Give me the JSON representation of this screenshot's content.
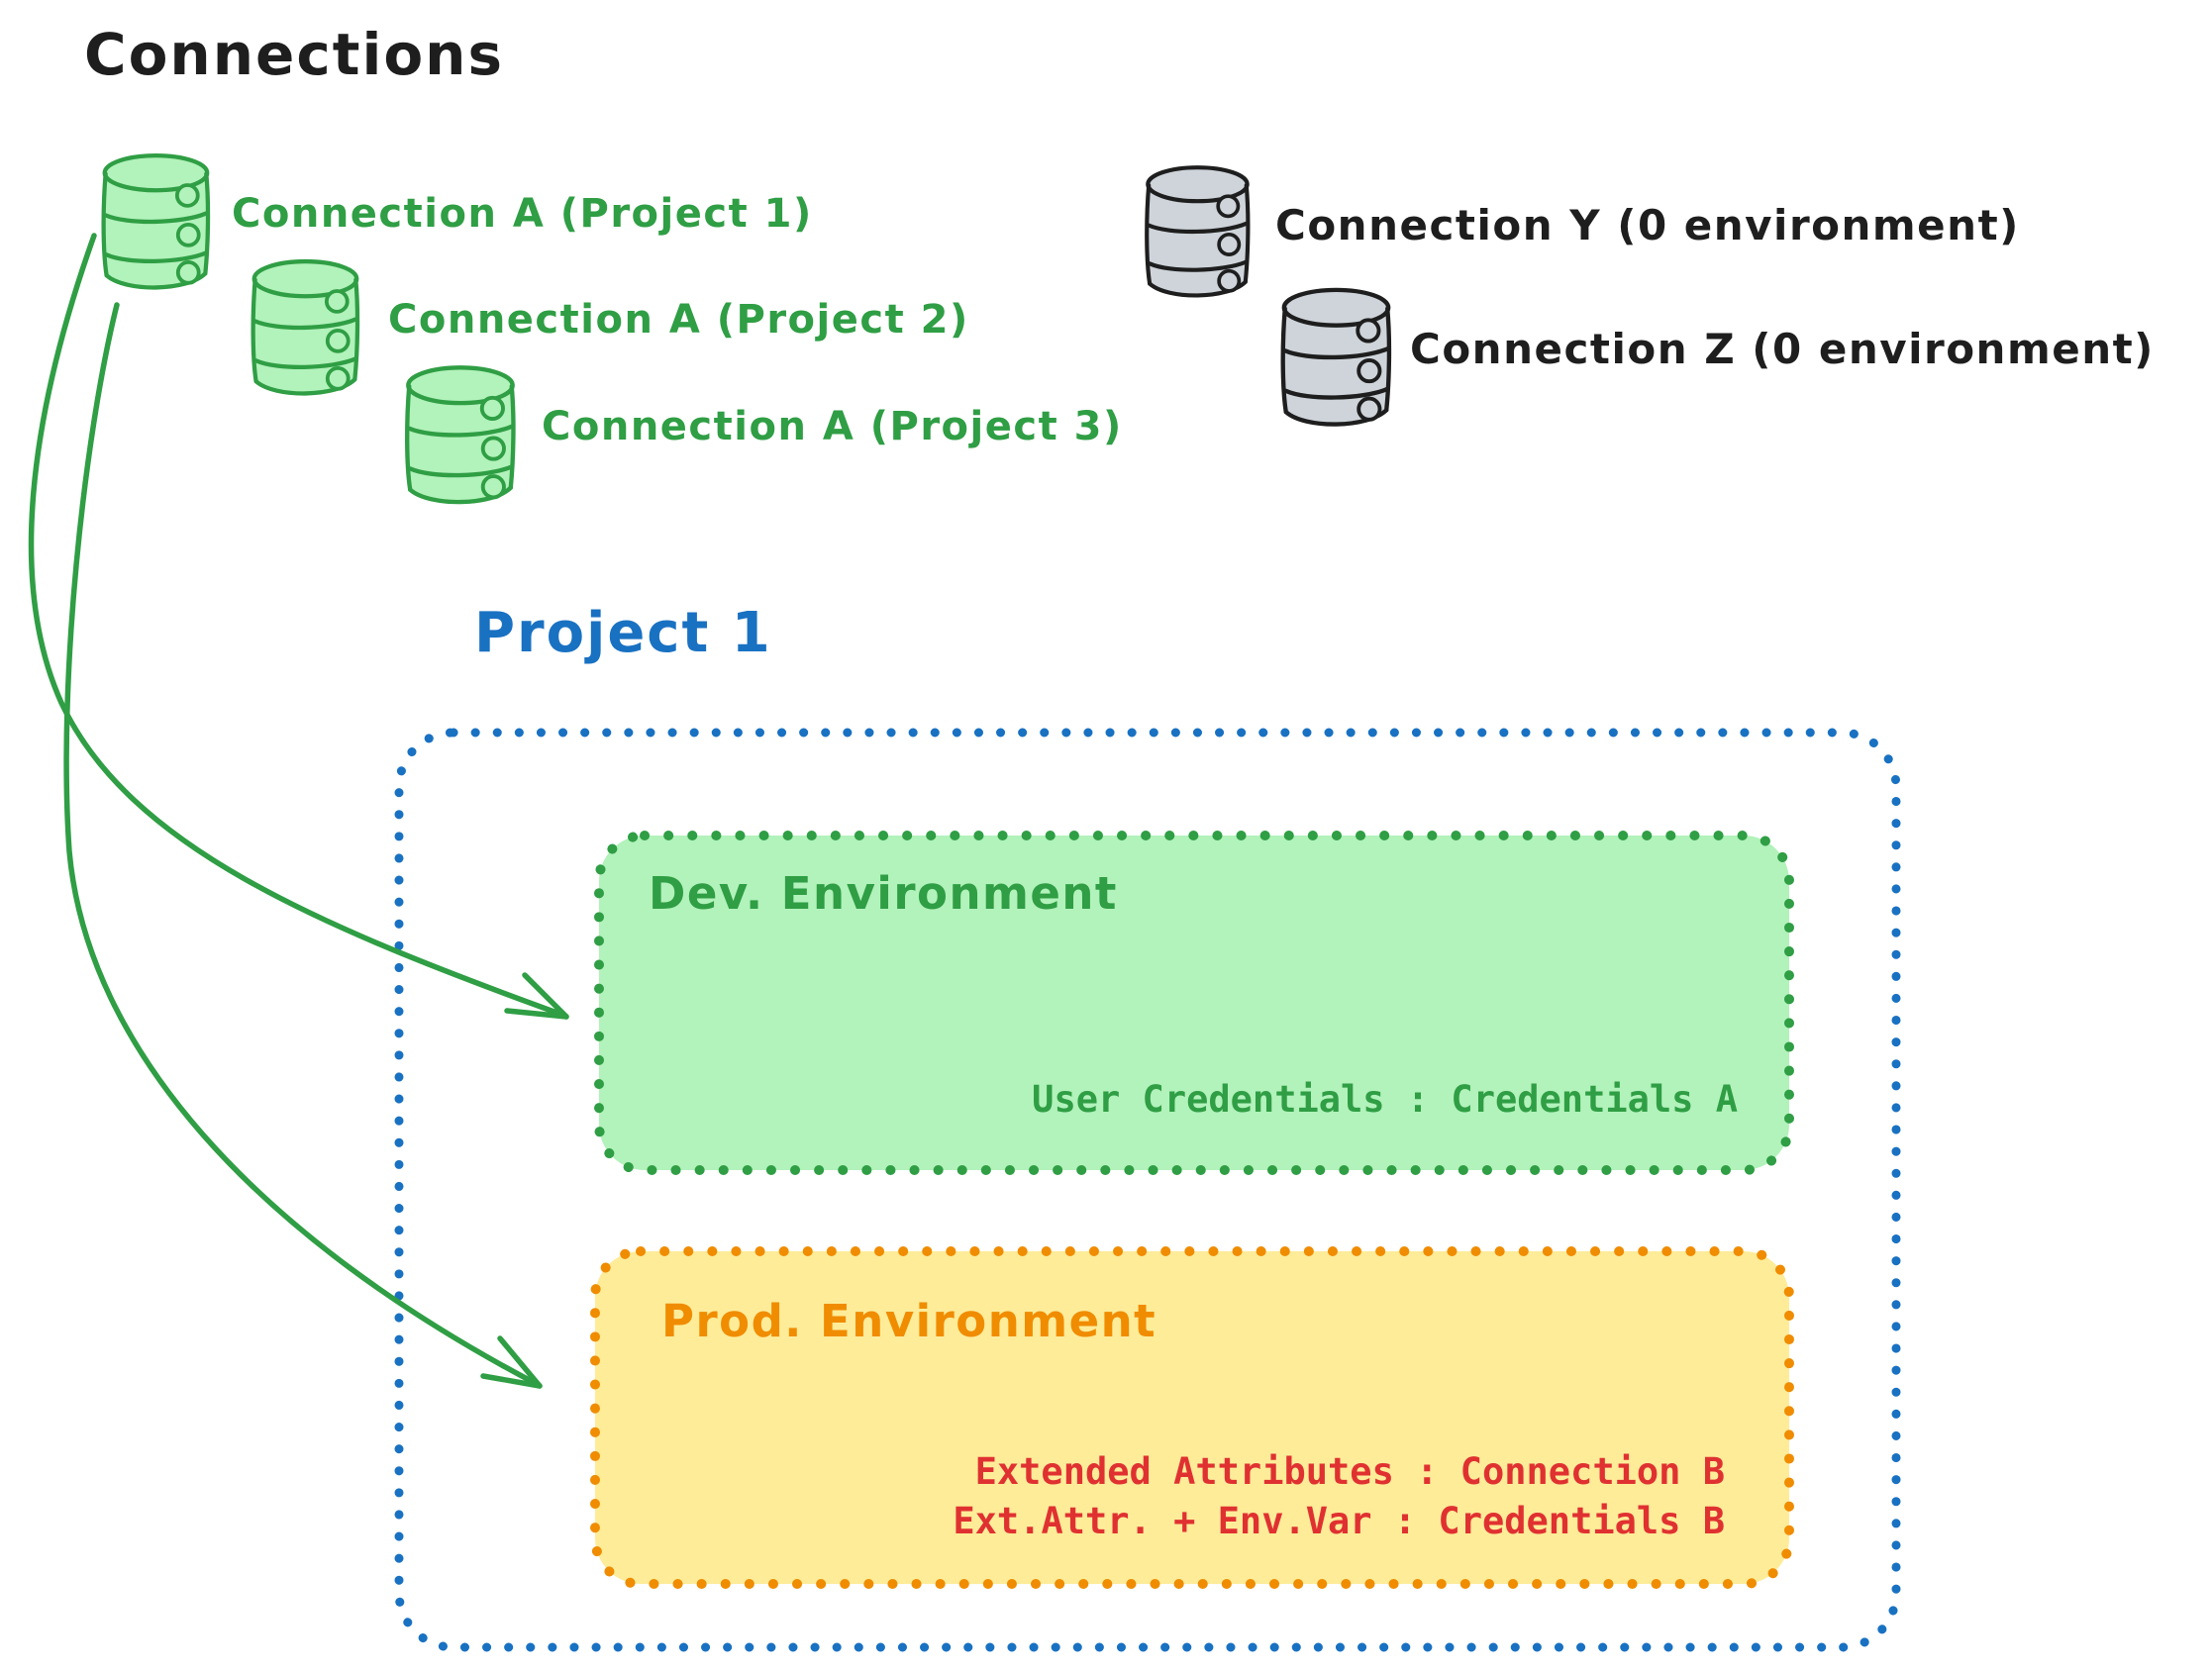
{
  "diagram_title": {
    "label": "Connections"
  },
  "colors": {
    "green_stroke": "#2f9e44",
    "green_fill": "#b2f2bb",
    "blue": "#1971c2",
    "orange": "#f08c00",
    "yellow_fill": "#ffec99",
    "red": "#e03131",
    "black": "#1e1e1e",
    "gray_fill": "#ced4da"
  },
  "connections": {
    "assigned": [
      {
        "icon": "database-icon",
        "label": "Connection A (Project 1)"
      },
      {
        "icon": "database-icon",
        "label": "Connection A (Project 2)"
      },
      {
        "icon": "database-icon",
        "label": "Connection A (Project 3)"
      }
    ],
    "unassigned": [
      {
        "icon": "database-icon",
        "label": "Connection Y (0 environment)"
      },
      {
        "icon": "database-icon",
        "label": "Connection Z (0 environment)"
      }
    ]
  },
  "project": {
    "title": "Project 1",
    "environments": [
      {
        "name": "Dev. Environment",
        "bindings": [
          "User Credentials : Credentials A"
        ]
      },
      {
        "name": "Prod. Environment",
        "bindings": [
          "Extended Attributes : Connection B",
          "Ext.Attr. + Env.Var : Credentials B"
        ]
      }
    ]
  }
}
